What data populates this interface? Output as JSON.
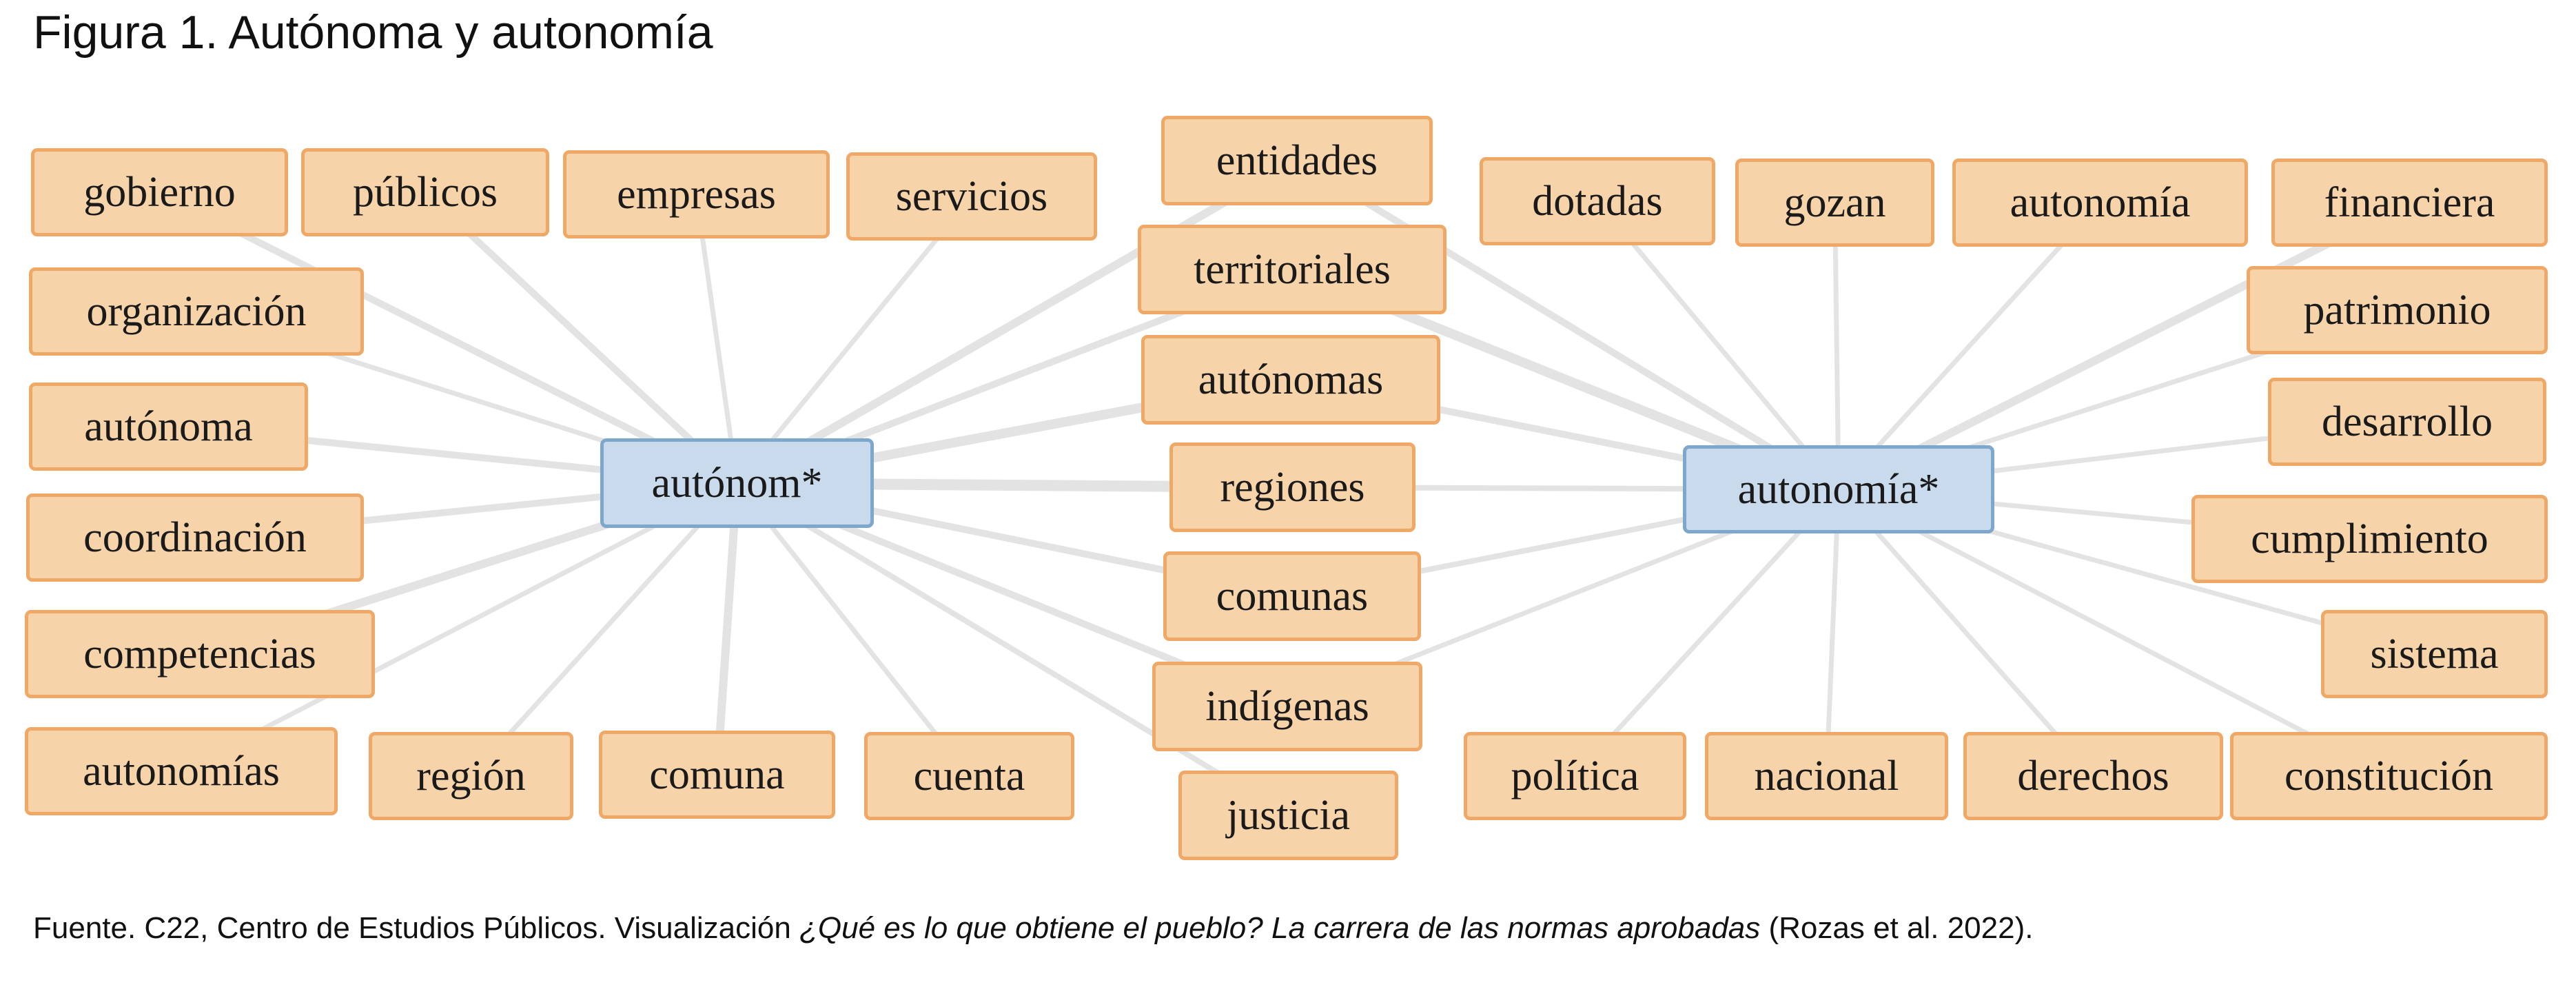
{
  "title": "Figura 1. Autónoma y autonomía",
  "source": {
    "prefix": "Fuente. C22, Centro de Estudios Públicos. Visualización ",
    "italic": "¿Qué es lo que obtiene el pueblo? La carrera de las normas aprobadas",
    "suffix": " (Rozas et al. 2022)."
  },
  "colors": {
    "word_fill": "#f6d3a9",
    "word_border": "#efa865",
    "hub_fill": "#c9daec",
    "hub_border": "#7ea7cc",
    "edge": "#e3e3e3"
  },
  "hubs": {
    "left": "autónom*",
    "right": "autonomía*"
  },
  "words": {
    "gobierno": "gobierno",
    "publicos": "públicos",
    "empresas": "empresas",
    "servicios": "servicios",
    "organizacion": "organización",
    "autonoma": "autónoma",
    "coordinacion": "coordinación",
    "competencias": "competencias",
    "autonomias": "autonomías",
    "region": "región",
    "comuna": "comuna",
    "cuenta": "cuenta",
    "entidades": "entidades",
    "territoriales": "territoriales",
    "autonomas": "autónomas",
    "regiones": "regiones",
    "comunas": "comunas",
    "indigenas": "indígenas",
    "justicia": "justicia",
    "dotadas": "dotadas",
    "gozan": "gozan",
    "autonomia": "autonomía",
    "financiera": "financiera",
    "patrimonio": "patrimonio",
    "desarrollo": "desarrollo",
    "cumplimiento": "cumplimiento",
    "sistema": "sistema",
    "politica": "política",
    "nacional": "nacional",
    "derechos": "derechos",
    "constitucion": "constitución"
  }
}
